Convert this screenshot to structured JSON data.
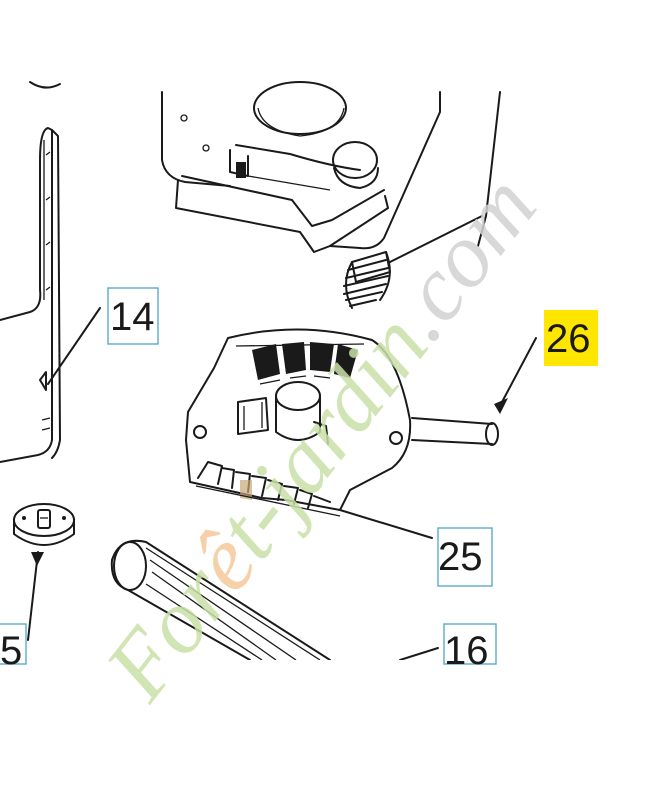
{
  "diagram": {
    "callouts": [
      {
        "id": "14",
        "label": "14",
        "highlight": false
      },
      {
        "id": "26",
        "label": "26",
        "highlight": true
      },
      {
        "id": "25",
        "label": "25",
        "highlight": false
      },
      {
        "id": "16",
        "label": "16",
        "highlight": false
      },
      {
        "id": "15",
        "label": "5",
        "highlight": false
      }
    ],
    "highlight_color": "#ffe600",
    "callout_box_color": "#4aa6c8"
  },
  "watermark": {
    "text": "Forêt-jardin.com",
    "green": "#c8e0a8",
    "orange": "#f5c89a",
    "grey": "#d2d2d2"
  }
}
